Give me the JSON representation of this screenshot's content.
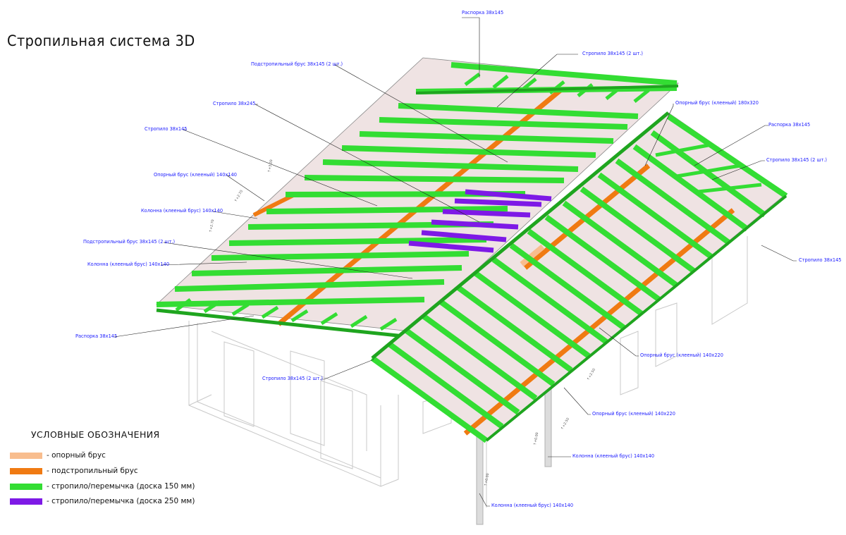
{
  "title": "Стропильная система 3D",
  "legend": {
    "heading": "УСЛОВНЫЕ ОБОЗНАЧЕНИЯ",
    "items": [
      {
        "label": "- опорный брус",
        "color": "#f8bd8e"
      },
      {
        "label": "- подстропильный брус",
        "color": "#f07a12"
      },
      {
        "label": "- стропило/перемычка (доска 150 мм)",
        "color": "#33dd33"
      },
      {
        "label": "- стропило/перемычка (доска 250 мм)",
        "color": "#7e19e6"
      }
    ]
  },
  "callouts": [
    "Распорка 38х145",
    "Стропило 38х145 (2 шт.)",
    "Подстропильный брус 38х145 (2 шт.)",
    "Стропило 38х245",
    "Опорный брус (клееный) 180х320",
    "Стропило 38х145",
    "Распорка 38х145",
    "Стропило 38х145 (2 шт.)",
    "Опорный брус (клееный) 140х140",
    "Колонна (клееный брус) 140х140",
    "Подстропильный брус 38х145 (2 шт.)",
    "Колонна (клееный брус) 140х140",
    "Стропило 38х145",
    "Распорка 38х145",
    "Опорный брус (клееный) 140х220",
    "Стропило 38х145 (2 шт.)",
    "Опорный брус (клееный) 140х220",
    "Колонна (клееный брус) 140х140",
    "Колонна (клееный брус) 140х140"
  ],
  "colors": {
    "rafter": "#33dd33",
    "rafter_dark": "#1fa51f",
    "purlin": "#f07a12",
    "support": "#f8bd8e",
    "rafter_250": "#7e19e6",
    "callout_text": "#1a1aff",
    "walls": "#c9c9c9",
    "roof_surface": "#efe3e3"
  }
}
